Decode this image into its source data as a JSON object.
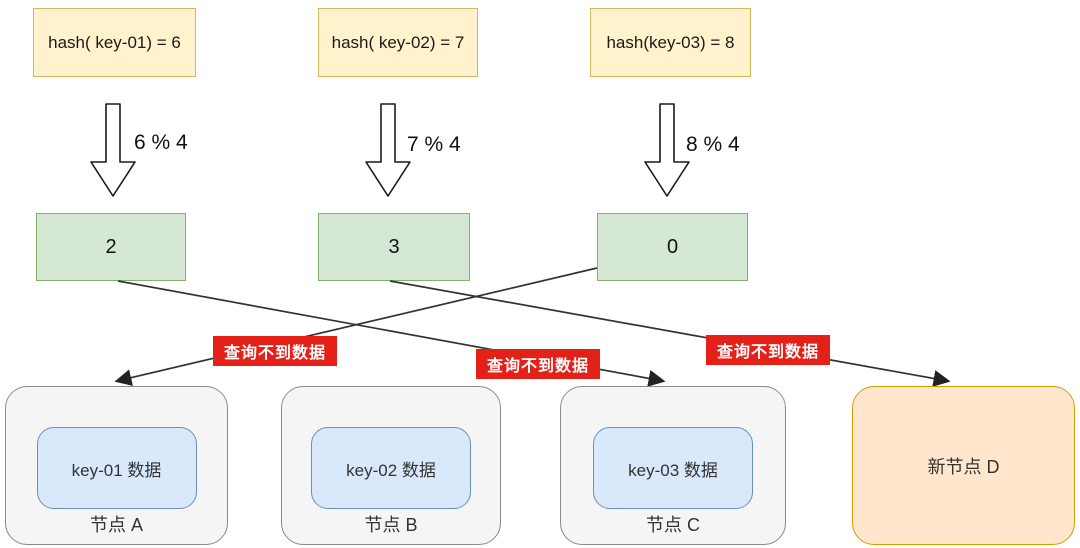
{
  "diagram": {
    "title_hint": "hash modulo rebalancing problem",
    "hash_boxes": [
      {
        "text": "hash( key-01) = 6",
        "mod": "6 % 4",
        "slot": "2"
      },
      {
        "text": "hash( key-02) = 7",
        "mod": "7 % 4",
        "slot": "3"
      },
      {
        "text": "hash(key-03) = 8",
        "mod": "8 % 4",
        "slot": "0"
      }
    ],
    "edge_labels": [
      {
        "text": "查询不到数据"
      },
      {
        "text": "查询不到数据"
      },
      {
        "text": "查询不到数据"
      }
    ],
    "connections": [
      {
        "from_slot": "2",
        "to_node": "节点 C",
        "label": "查询不到数据"
      },
      {
        "from_slot": "3",
        "to_node": "新节点 D",
        "label": "查询不到数据"
      },
      {
        "from_slot": "0",
        "to_node": "节点 A",
        "label": "查询不到数据"
      }
    ],
    "nodes": [
      {
        "title": "节点 A",
        "data_label": "key-01 数据",
        "type": "existing"
      },
      {
        "title": "节点 B",
        "data_label": "key-02 数据",
        "type": "existing"
      },
      {
        "title": "节点 C",
        "data_label": "key-03 数据",
        "type": "existing"
      },
      {
        "title": "新节点 D",
        "data_label": "",
        "type": "new"
      }
    ],
    "colors": {
      "hash_box_fill": "#FFF2CC",
      "hash_box_border": "#D6B656",
      "slot_fill": "#D5E8D4",
      "slot_border": "#82B366",
      "node_fill": "#F5F5F5",
      "node_border": "#8A8A8A",
      "data_fill": "#DAE8FC",
      "data_border": "#6C8EBF",
      "new_node_fill": "#FFE6CC",
      "new_node_border": "#D79B00",
      "error_fill": "#E32119",
      "error_text": "#FFFFFF",
      "connector": "#333333"
    }
  }
}
